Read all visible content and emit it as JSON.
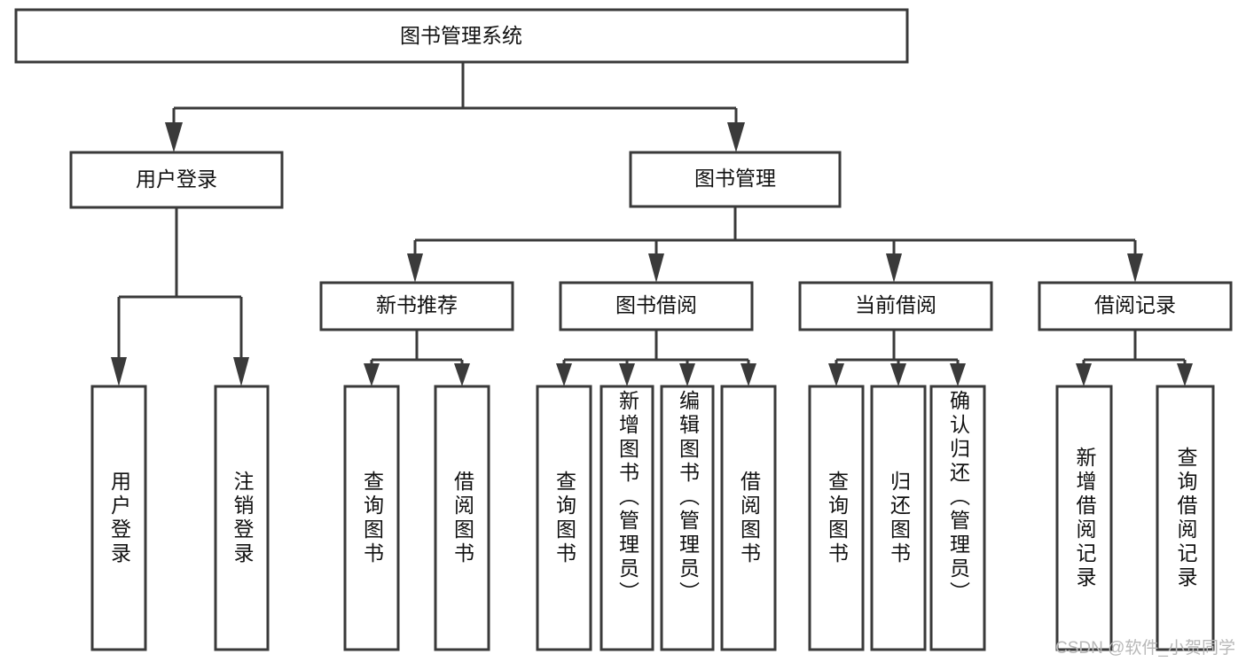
{
  "diagram": {
    "type": "tree-hierarchy",
    "title_node": {
      "id": "root",
      "label": "图书管理系统"
    },
    "level1": [
      {
        "id": "user-login",
        "label": "用户登录"
      },
      {
        "id": "book-manage",
        "label": "图书管理"
      }
    ],
    "level2": [
      {
        "id": "new-book-rec",
        "label": "新书推荐",
        "parent": "book-manage"
      },
      {
        "id": "book-borrow",
        "label": "图书借阅",
        "parent": "book-manage"
      },
      {
        "id": "current-borrow",
        "label": "当前借阅",
        "parent": "book-manage"
      },
      {
        "id": "borrow-record",
        "label": "借阅记录",
        "parent": "book-manage"
      }
    ],
    "leaves": {
      "user_login": [
        {
          "id": "leaf-user-login",
          "label": "用户登录"
        },
        {
          "id": "leaf-logout",
          "label": "注销登录"
        }
      ],
      "new_book_rec": [
        {
          "id": "leaf-query-book-1",
          "label": "查询图书"
        },
        {
          "id": "leaf-borrow-book-1",
          "label": "借阅图书"
        }
      ],
      "book_borrow": [
        {
          "id": "leaf-query-book-2",
          "label": "查询图书"
        },
        {
          "id": "leaf-add-book",
          "label": "新增图书（管理员）"
        },
        {
          "id": "leaf-edit-book",
          "label": "编辑图书（管理员）"
        },
        {
          "id": "leaf-borrow-book-2",
          "label": "借阅图书"
        }
      ],
      "current_borrow": [
        {
          "id": "leaf-query-book-3",
          "label": "查询图书"
        },
        {
          "id": "leaf-return-book",
          "label": "归还图书"
        },
        {
          "id": "leaf-confirm-return",
          "label": "确认归还（管理员）"
        }
      ],
      "borrow_record": [
        {
          "id": "leaf-add-record",
          "label": "新增借阅记录"
        },
        {
          "id": "leaf-query-record",
          "label": "查询借阅记录"
        }
      ]
    },
    "colors": {
      "stroke": "#3a3a3a",
      "fill": "#ffffff",
      "text": "#111111",
      "watermark": "#b8b8b8"
    }
  },
  "watermark": {
    "text": "CSDN @软件_小贺同学"
  }
}
